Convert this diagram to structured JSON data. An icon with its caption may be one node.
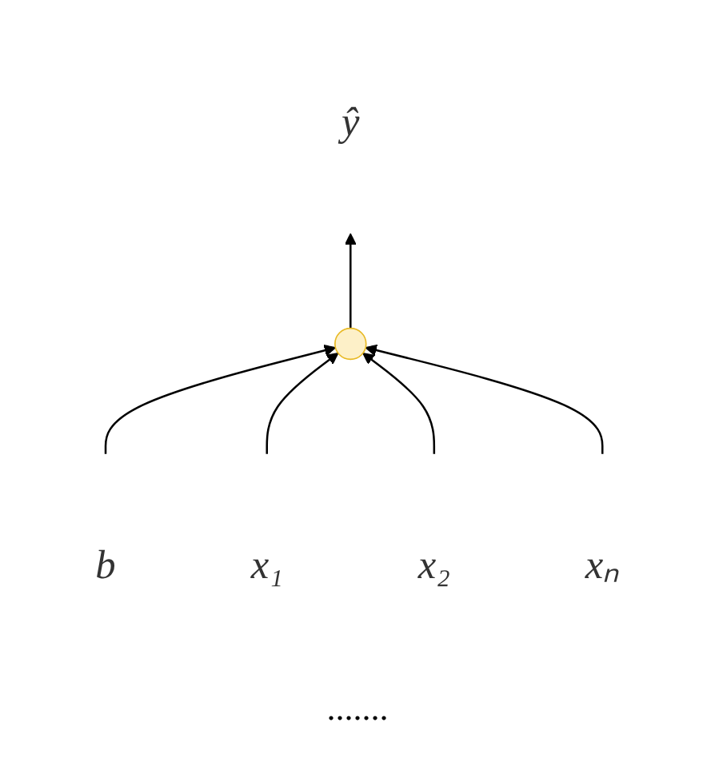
{
  "diagram": {
    "nodes": [
      {
        "text": [],
        "shape": "circle"
      },
      {
        "text": [
          "ŷ"
        ]
      },
      {
        "text": [
          "b"
        ]
      },
      {
        "text": [
          "x₁"
        ]
      },
      {
        "text": [
          "x₂"
        ]
      },
      {
        "text": [
          "xₙ"
        ]
      }
    ],
    "edges": [
      {
        "from": 0,
        "to": 1,
        "arrow": "to"
      },
      {
        "from": 2,
        "to": 0,
        "arrow": "to"
      },
      {
        "from": 3,
        "to": 0,
        "arrow": "to"
      },
      {
        "from": 4,
        "to": 0,
        "arrow": "to"
      },
      {
        "from": 5,
        "to": 0,
        "arrow": "to"
      }
    ],
    "labels": [
      "......."
    ]
  }
}
